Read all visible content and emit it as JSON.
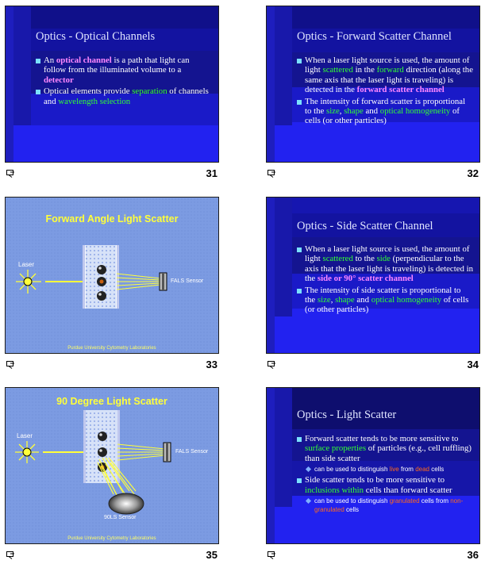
{
  "slides": {
    "s31": {
      "number": "31",
      "title": "Optics - Optical Channels",
      "b1": {
        "a": "An ",
        "b": "optical channel",
        "c": " is a path that light can follow from the illuminated volume to a ",
        "d": "detector"
      },
      "b2": {
        "a": "Optical elements provide ",
        "b": "separation",
        "c": " of channels and ",
        "d": "wavelength selection"
      }
    },
    "s32": {
      "number": "32",
      "title": "Optics - Forward Scatter Channel",
      "b1": {
        "a": "When a laser light source is used, the amount of light ",
        "b": "scattered",
        "c": " in the ",
        "d": "forward",
        "e": " direction (along the same axis that the laser light is traveling) is detected in the ",
        "f": "forward scatter channel"
      },
      "b2": {
        "a": "The intensity of forward scatter is proportional to the ",
        "b": "size",
        "c": ", ",
        "d": "shape",
        "e": " and ",
        "f": "optical homogeneity",
        "g": " of cells (or other particles)"
      }
    },
    "s33": {
      "number": "33",
      "title": "Forward Angle Light Scatter",
      "laser": "Laser",
      "sensor": "FALS Sensor",
      "credit": "Purdue University Cytometry Laboratories"
    },
    "s34": {
      "number": "34",
      "title": "Optics - Side Scatter Channel",
      "b1": {
        "a": "When a laser light source is used, the amount of light ",
        "b": "scattered",
        "c": " to the ",
        "d": "side",
        "e": " (perpendicular to the axis that the laser light is traveling) is detected in the ",
        "f": "side or 90° scatter channel"
      },
      "b2": {
        "a": "The intensity of side scatter is proportional to the ",
        "b": "size",
        "c": ", ",
        "d": "shape",
        "e": " and ",
        "f": "optical homogeneity",
        "g": " of cells (or other particles)"
      }
    },
    "s35": {
      "number": "35",
      "title": "90 Degree Light Scatter",
      "laser": "Laser",
      "sensor_fals": "FALS Sensor",
      "sensor_90": "90LS Sensor",
      "credit": "Purdue University Cytometry Laboratories"
    },
    "s36": {
      "number": "36",
      "title": "Optics - Light Scatter",
      "b1": {
        "a": "Forward scatter tends to be more sensitive to ",
        "b": "surface properties",
        "c": " of particles (e.g., cell ruffling) than side scatter"
      },
      "b1s": {
        "a": "can be used to distinguish ",
        "b": "live",
        "c": " from ",
        "d": "dead",
        "e": " cells"
      },
      "b2": {
        "a": "Side scatter tends to be more sensitive to ",
        "b": "inclusions within",
        "c": " cells than forward scatter"
      },
      "b2s": {
        "a": "can be used to distinguish ",
        "b": "granulated",
        "c": " cells from ",
        "d": "non-granulated",
        "e": " cells"
      }
    }
  },
  "icons": {
    "notes": "slide-notes-icon"
  },
  "colors": {
    "slide_blue": "#1a1add",
    "title_text": "#dfe4ff",
    "highlight_pink": "#ff88ff",
    "highlight_green": "#33ff33",
    "highlight_orange": "#ff6a1a",
    "diagram_bg": "#7c9be2",
    "diagram_title": "#ffff3a"
  }
}
